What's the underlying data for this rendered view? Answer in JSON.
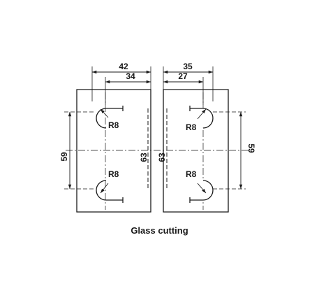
{
  "caption": "Glass cutting",
  "colors": {
    "line": "#1a1a1a",
    "background": "#ffffff"
  },
  "left_part": {
    "dim_outer_width": "42",
    "dim_inner_width": "34",
    "dim_hole_spacing": "59",
    "dim_height": "63",
    "radius_top": "R8",
    "radius_bottom": "R8"
  },
  "right_part": {
    "dim_outer_width": "35",
    "dim_inner_width": "27",
    "dim_hole_spacing": "59",
    "dim_height": "63",
    "radius_top": "R8",
    "radius_bottom": "R8"
  }
}
